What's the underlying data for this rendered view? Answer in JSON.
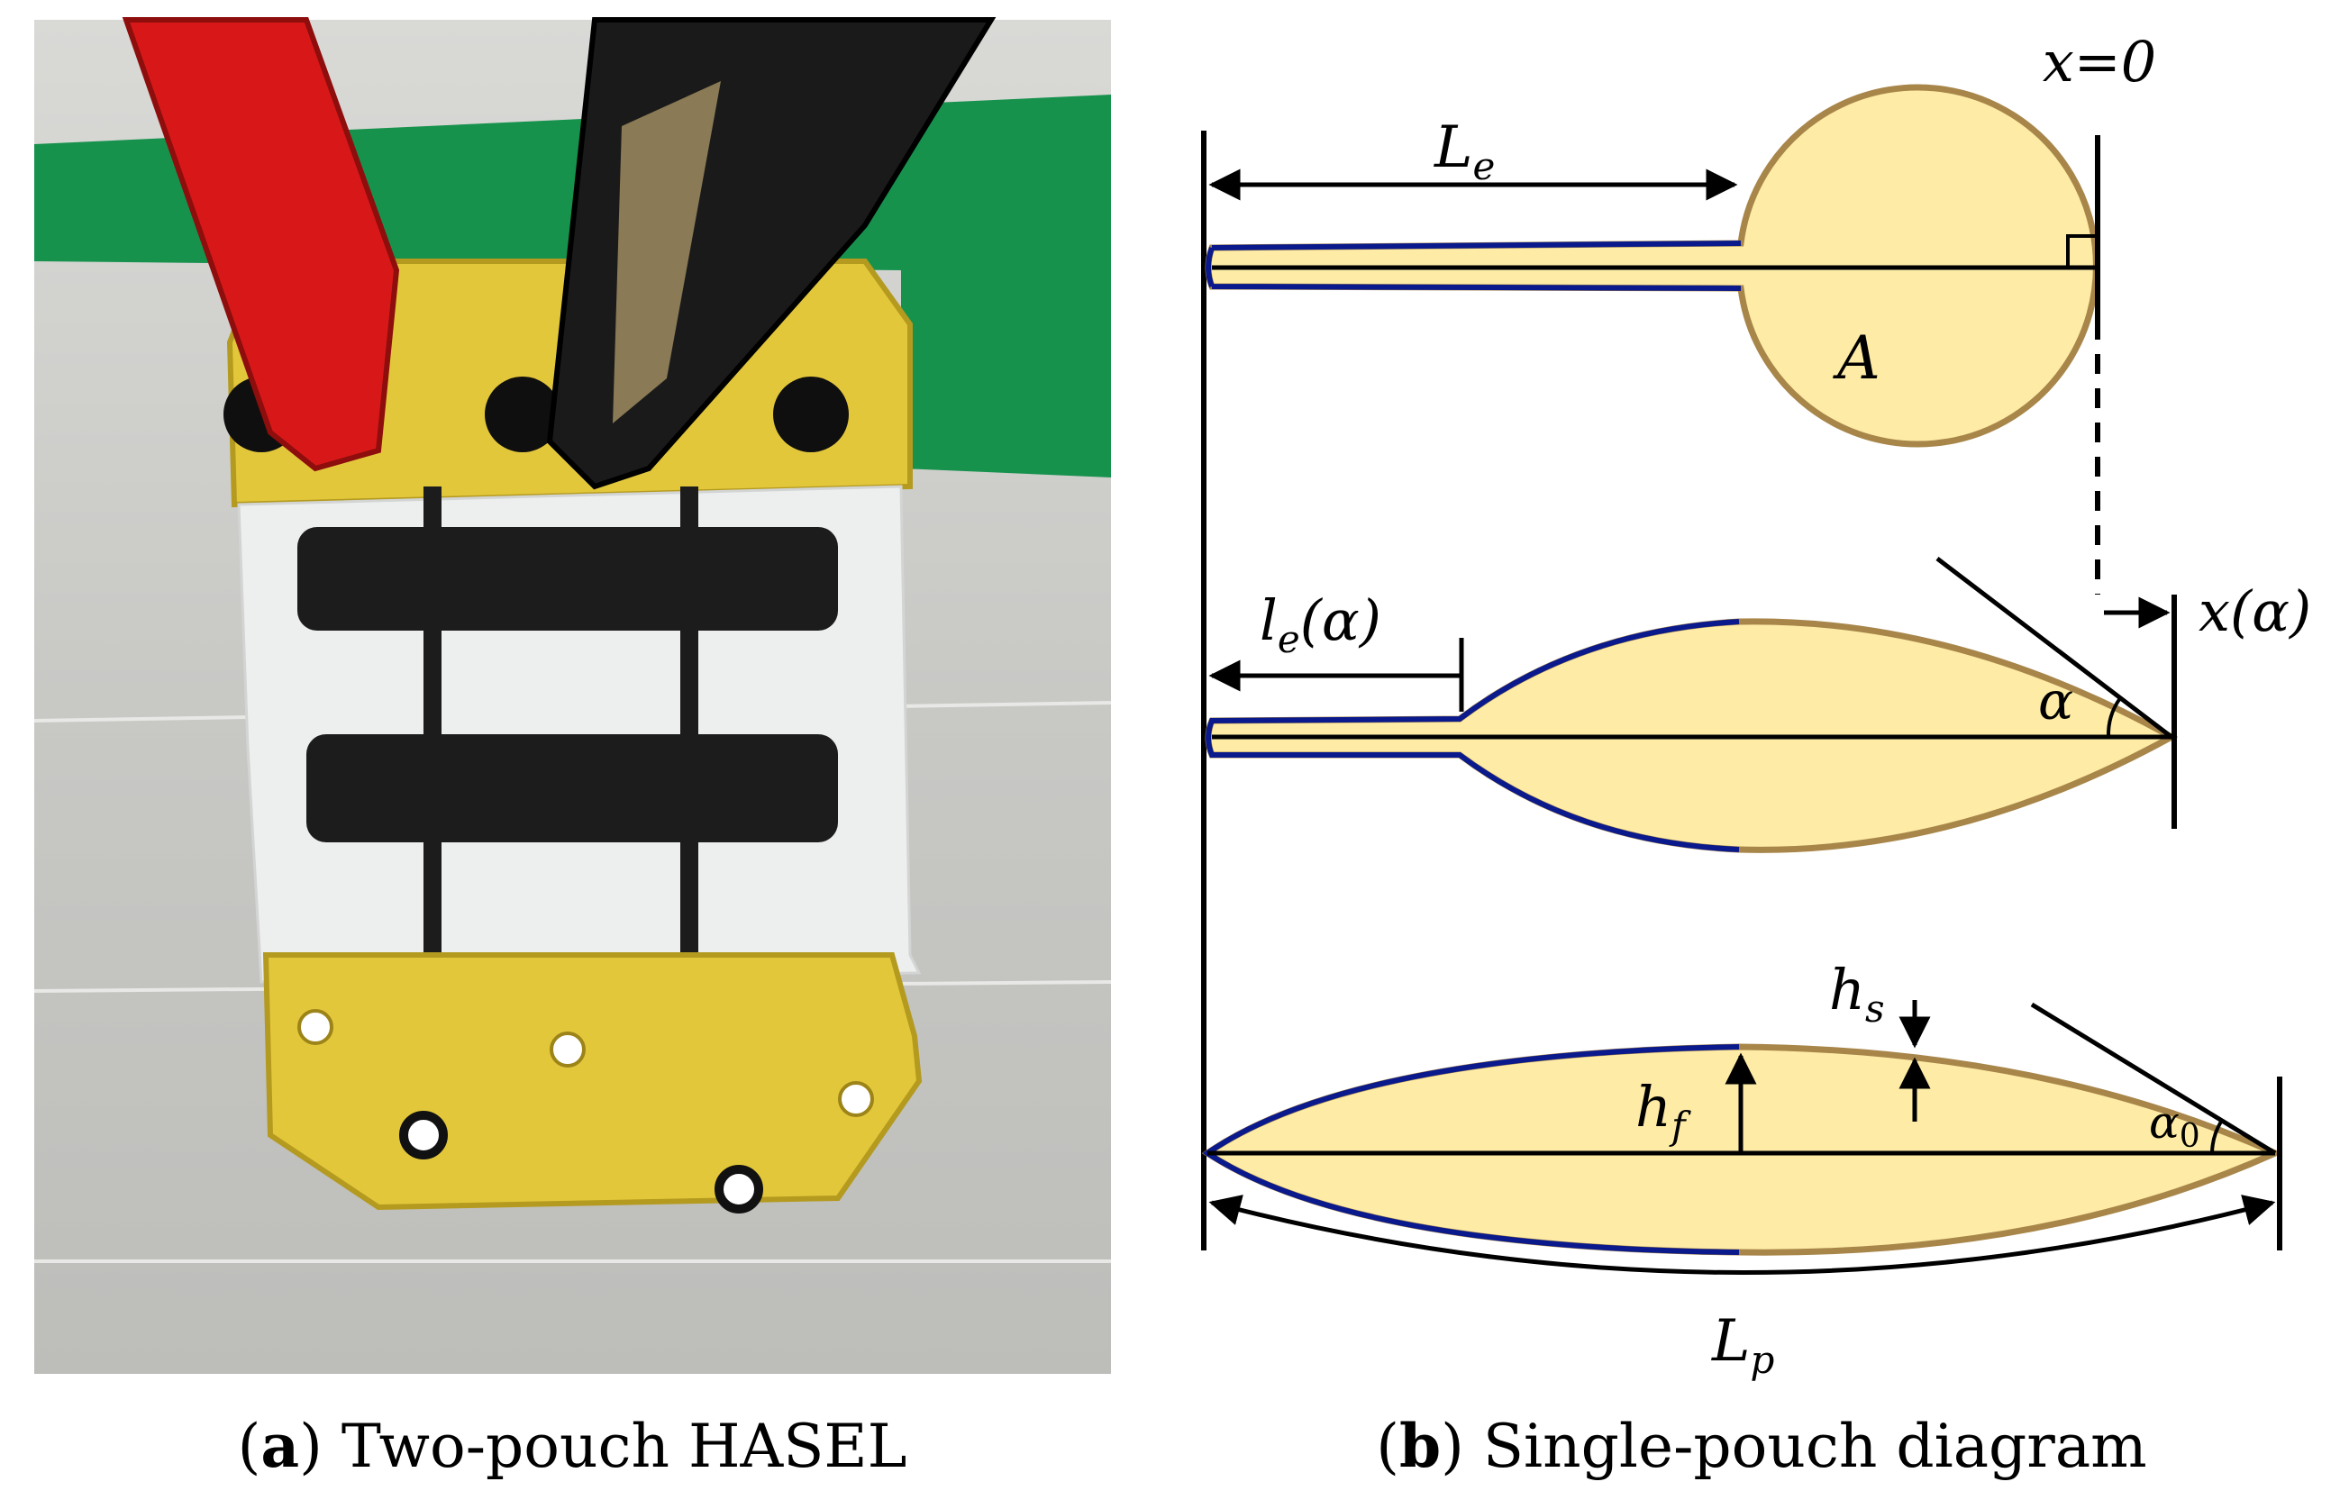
{
  "panel_a": {
    "caption_letter": "a",
    "caption_text": "Two-pouch HASEL",
    "photo_description_icon": "hasel-actuator-photo"
  },
  "panel_b": {
    "caption_letter": "b",
    "caption_text": "Single-pouch diagram",
    "labels": {
      "x0": "x=0",
      "Le_main": "L",
      "Le_sub": "e",
      "A": "A",
      "le_alpha_main": "l",
      "le_alpha_sub": "e",
      "le_alpha_arg": "(α)",
      "x_alpha": "x(α)",
      "alpha": "α",
      "hs_main": "h",
      "hs_sub": "s",
      "hf_main": "h",
      "hf_sub": "f",
      "alpha0_main": "α",
      "alpha0_sub": "0",
      "Lp_main": "L",
      "Lp_sub": "p"
    },
    "colors": {
      "fill": "#FDEBA6",
      "outline": "#A8864A",
      "electrode": "#0A1A8C",
      "line": "#000000"
    }
  }
}
